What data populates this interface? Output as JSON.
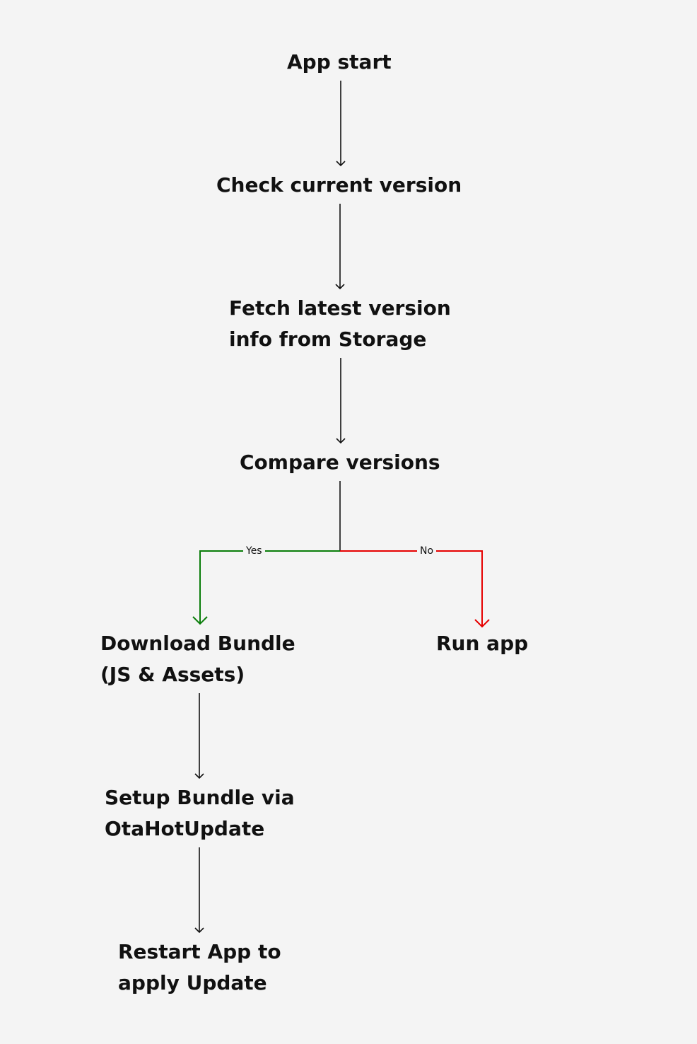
{
  "diagram": {
    "nodes": {
      "app_start": {
        "lines": [
          "App start"
        ]
      },
      "check_version": {
        "lines": [
          "Check current version"
        ]
      },
      "fetch_latest": {
        "lines": [
          "Fetch latest version",
          "info from Storage"
        ]
      },
      "compare": {
        "lines": [
          "Compare versions"
        ]
      },
      "download": {
        "lines": [
          "Download Bundle",
          "(JS & Assets)"
        ]
      },
      "run_app": {
        "lines": [
          "Run app"
        ]
      },
      "setup": {
        "lines": [
          "Setup Bundle via",
          "OtaHotUpdate"
        ]
      },
      "restart": {
        "lines": [
          "Restart App to",
          "apply Update"
        ]
      }
    },
    "edge_labels": {
      "yes": "Yes",
      "no": "No"
    },
    "colors": {
      "default_edge": "#111111",
      "yes_edge": "#0a7d0a",
      "no_edge": "#e60000",
      "background": "#f4f4f4",
      "text": "#111111"
    }
  }
}
